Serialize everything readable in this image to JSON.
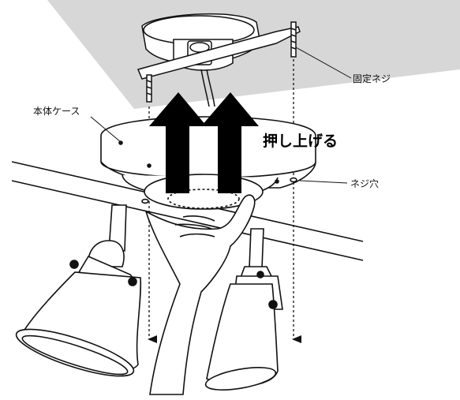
{
  "labels": {
    "body_case": "本体ケース",
    "push_up": "押し上げる",
    "fixing_screw": "固定ネジ",
    "screw_hole": "ネジ穴"
  },
  "colors": {
    "ceiling": "#d7d7d7",
    "line": "#111111",
    "arrow": "#000000",
    "fill": "#ffffff"
  }
}
